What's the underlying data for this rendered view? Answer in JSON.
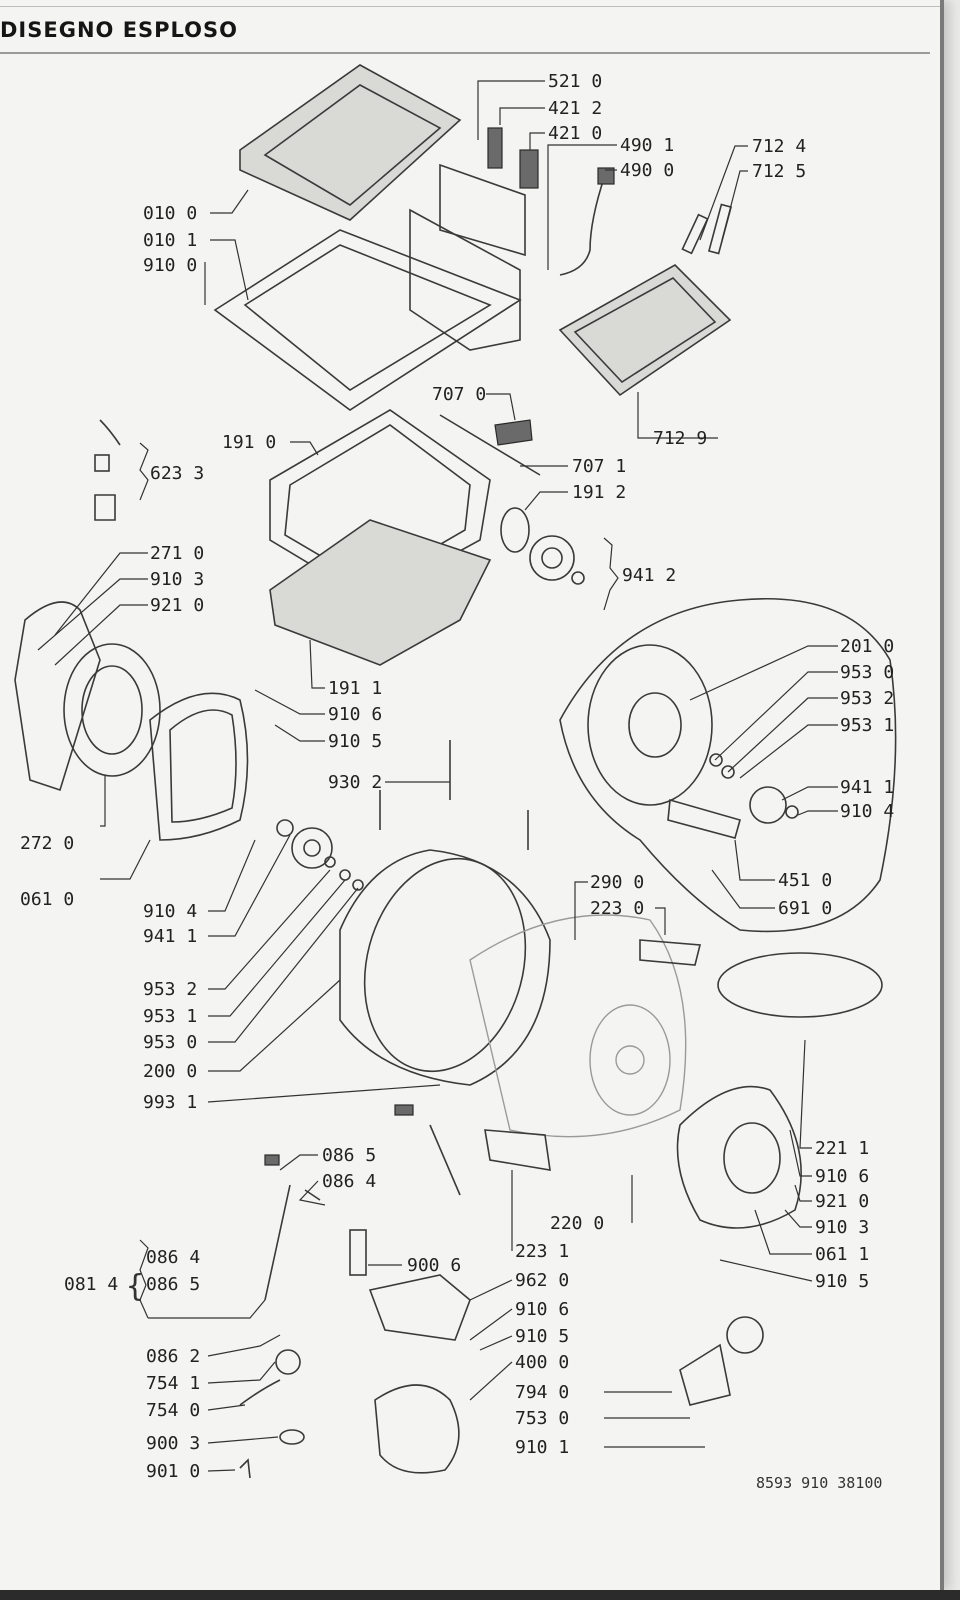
{
  "header": {
    "title": "DISEGNO ESPLOSO"
  },
  "labels": [
    {
      "id": "lbl-521-0",
      "text": "521 0"
    },
    {
      "id": "lbl-421-2",
      "text": "421 2"
    },
    {
      "id": "lbl-421-0",
      "text": "421 0"
    },
    {
      "id": "lbl-490-1",
      "text": "490 1"
    },
    {
      "id": "lbl-490-0",
      "text": "490 0"
    },
    {
      "id": "lbl-712-4",
      "text": "712 4"
    },
    {
      "id": "lbl-712-5",
      "text": "712 5"
    },
    {
      "id": "lbl-010-0",
      "text": "010 0"
    },
    {
      "id": "lbl-010-1",
      "text": "010 1"
    },
    {
      "id": "lbl-910-0",
      "text": "910 0"
    },
    {
      "id": "lbl-707-0",
      "text": "707 0"
    },
    {
      "id": "lbl-712-9",
      "text": "712 9"
    },
    {
      "id": "lbl-191-0",
      "text": "191 0"
    },
    {
      "id": "lbl-707-1",
      "text": "707 1"
    },
    {
      "id": "lbl-191-2",
      "text": "191 2"
    },
    {
      "id": "lbl-623-3",
      "text": "623 3"
    },
    {
      "id": "lbl-941-2",
      "text": "941 2"
    },
    {
      "id": "lbl-271-0",
      "text": "271 0"
    },
    {
      "id": "lbl-910-3a",
      "text": "910 3"
    },
    {
      "id": "lbl-921-0a",
      "text": "921 0"
    },
    {
      "id": "lbl-201-0",
      "text": "201 0"
    },
    {
      "id": "lbl-953-0a",
      "text": "953 0"
    },
    {
      "id": "lbl-953-2a",
      "text": "953 2"
    },
    {
      "id": "lbl-953-1a",
      "text": "953 1"
    },
    {
      "id": "lbl-191-1",
      "text": "191 1"
    },
    {
      "id": "lbl-910-6a",
      "text": "910 6"
    },
    {
      "id": "lbl-910-5a",
      "text": "910 5"
    },
    {
      "id": "lbl-930-2",
      "text": "930 2"
    },
    {
      "id": "lbl-941-1a",
      "text": "941 1"
    },
    {
      "id": "lbl-910-4a",
      "text": "910 4"
    },
    {
      "id": "lbl-272-0",
      "text": "272 0"
    },
    {
      "id": "lbl-451-0",
      "text": "451 0"
    },
    {
      "id": "lbl-061-0",
      "text": "061 0"
    },
    {
      "id": "lbl-691-0",
      "text": "691 0"
    },
    {
      "id": "lbl-290-0",
      "text": "290 0"
    },
    {
      "id": "lbl-223-0",
      "text": "223 0"
    },
    {
      "id": "lbl-910-4b",
      "text": "910 4"
    },
    {
      "id": "lbl-941-1b",
      "text": "941 1"
    },
    {
      "id": "lbl-953-2b",
      "text": "953 2"
    },
    {
      "id": "lbl-953-1b",
      "text": "953 1"
    },
    {
      "id": "lbl-953-0b",
      "text": "953 0"
    },
    {
      "id": "lbl-200-0",
      "text": "200 0"
    },
    {
      "id": "lbl-993-1",
      "text": "993 1"
    },
    {
      "id": "lbl-221-1",
      "text": "221 1"
    },
    {
      "id": "lbl-910-6b",
      "text": "910 6"
    },
    {
      "id": "lbl-921-0b",
      "text": "921 0"
    },
    {
      "id": "lbl-910-3b",
      "text": "910 3"
    },
    {
      "id": "lbl-061-1",
      "text": "061 1"
    },
    {
      "id": "lbl-910-5b",
      "text": "910 5"
    },
    {
      "id": "lbl-086-5a",
      "text": "086 5"
    },
    {
      "id": "lbl-086-4a",
      "text": "086 4"
    },
    {
      "id": "lbl-220-0",
      "text": "220 0"
    },
    {
      "id": "lbl-223-1",
      "text": "223 1"
    },
    {
      "id": "lbl-086-4b",
      "text": "086 4"
    },
    {
      "id": "lbl-081-4",
      "text": "081 4"
    },
    {
      "id": "lbl-086-5b",
      "text": "086 5"
    },
    {
      "id": "lbl-900-6",
      "text": "900 6"
    },
    {
      "id": "lbl-962-0",
      "text": "962 0"
    },
    {
      "id": "lbl-910-6c",
      "text": "910 6"
    },
    {
      "id": "lbl-910-5c",
      "text": "910 5"
    },
    {
      "id": "lbl-400-0",
      "text": "400 0"
    },
    {
      "id": "lbl-086-2",
      "text": "086 2"
    },
    {
      "id": "lbl-754-1",
      "text": "754 1"
    },
    {
      "id": "lbl-794-0",
      "text": "794 0"
    },
    {
      "id": "lbl-754-0",
      "text": "754 0"
    },
    {
      "id": "lbl-753-0",
      "text": "753 0"
    },
    {
      "id": "lbl-900-3",
      "text": "900 3"
    },
    {
      "id": "lbl-910-1",
      "text": "910 1"
    },
    {
      "id": "lbl-901-0",
      "text": "901 0"
    }
  ],
  "footer": {
    "doc_number": "8593 910 38100"
  }
}
